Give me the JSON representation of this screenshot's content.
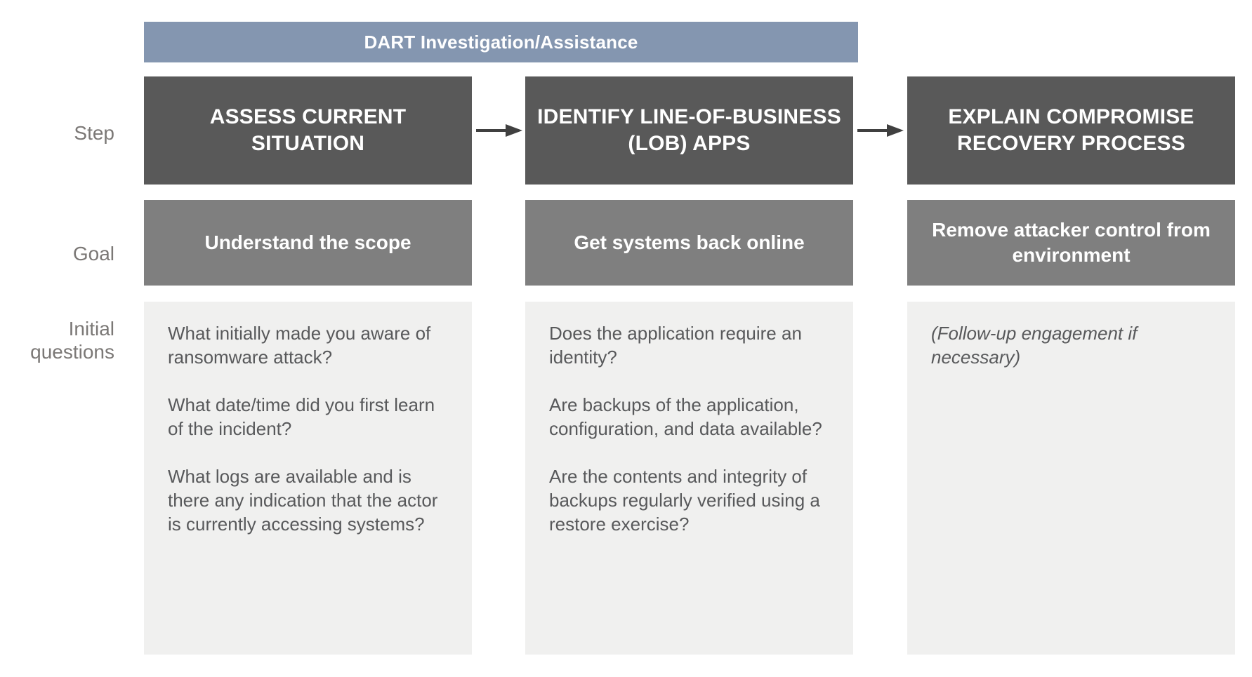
{
  "banner": {
    "label": "DART Investigation/Assistance",
    "color": "#8496b0"
  },
  "row_labels": {
    "step": "Step",
    "goal": "Goal",
    "initial_questions": "Initial\nquestions"
  },
  "colors": {
    "banner": "#8496b0",
    "step_box": "#595959",
    "goal_box": "#7f7f7f",
    "questions_panel": "#f0f0ef",
    "row_label_text": "#7b7876",
    "question_text": "#58595b",
    "arrow": "#404040"
  },
  "columns": [
    {
      "step": "ASSESS CURRENT SITUATION",
      "goal": "Understand the scope",
      "questions": [
        "What initially made you aware of ransomware attack?",
        "What date/time did you first learn of the incident?",
        "What logs are available and is there any indication that the actor is currently accessing systems?"
      ],
      "questions_italic": false
    },
    {
      "step": "IDENTIFY LINE-OF-BUSINESS (LOB) APPS",
      "goal": "Get systems back online",
      "questions": [
        "Does the application require an identity?",
        "Are backups of the application, configuration, and data available?",
        "Are the contents and integrity of backups regularly verified using a restore exercise?"
      ],
      "questions_italic": false
    },
    {
      "step": "EXPLAIN COMPROMISE RECOVERY PROCESS",
      "goal": "Remove attacker control from environment",
      "questions": [
        "(Follow-up engagement if necessary)"
      ],
      "questions_italic": true
    }
  ],
  "arrows": [
    {
      "name": "arrow-step1-to-step2",
      "glyph": "right-arrow"
    },
    {
      "name": "arrow-step2-to-step3",
      "glyph": "right-arrow"
    }
  ]
}
